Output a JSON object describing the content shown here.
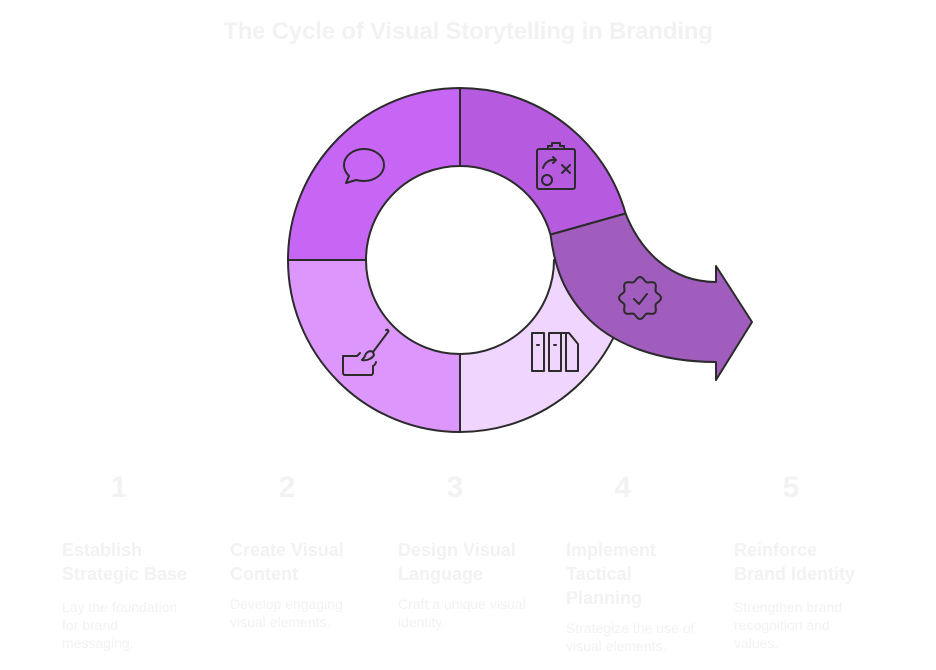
{
  "title": "The Cycle of Visual Storytelling in Branding",
  "colors": {
    "segment_1": "#c766f5",
    "segment_2": "#b65ae0",
    "segment_3": "#f0d5fe",
    "segment_4": "#dd96fc",
    "arrow": "#a05dbd",
    "stroke": "#2b2b2b",
    "text": "#f2f2f2"
  },
  "segments": [
    {
      "icon": "speech-bubble-icon",
      "stage": 1
    },
    {
      "icon": "clipboard-strategy-icon",
      "stage": 4
    },
    {
      "icon": "book-spines-icon",
      "stage": 3
    },
    {
      "icon": "paintbrush-hand-icon",
      "stage": 2
    },
    {
      "icon": "verified-badge-icon",
      "stage": 5
    }
  ],
  "steps": [
    {
      "number": "1",
      "heading": "Establish Strategic Base",
      "description": "Lay the foundation for brand messaging."
    },
    {
      "number": "2",
      "heading": "Create Visual Content",
      "description": "Develop engaging visual elements."
    },
    {
      "number": "3",
      "heading": "Design Visual Language",
      "description": "Craft a unique visual identity."
    },
    {
      "number": "4",
      "heading": "Implement Tactical Planning",
      "description": "Strategize the use of visual elements."
    },
    {
      "number": "5",
      "heading": "Reinforce Brand Identity",
      "description": "Strengthen brand recognition and values."
    }
  ]
}
